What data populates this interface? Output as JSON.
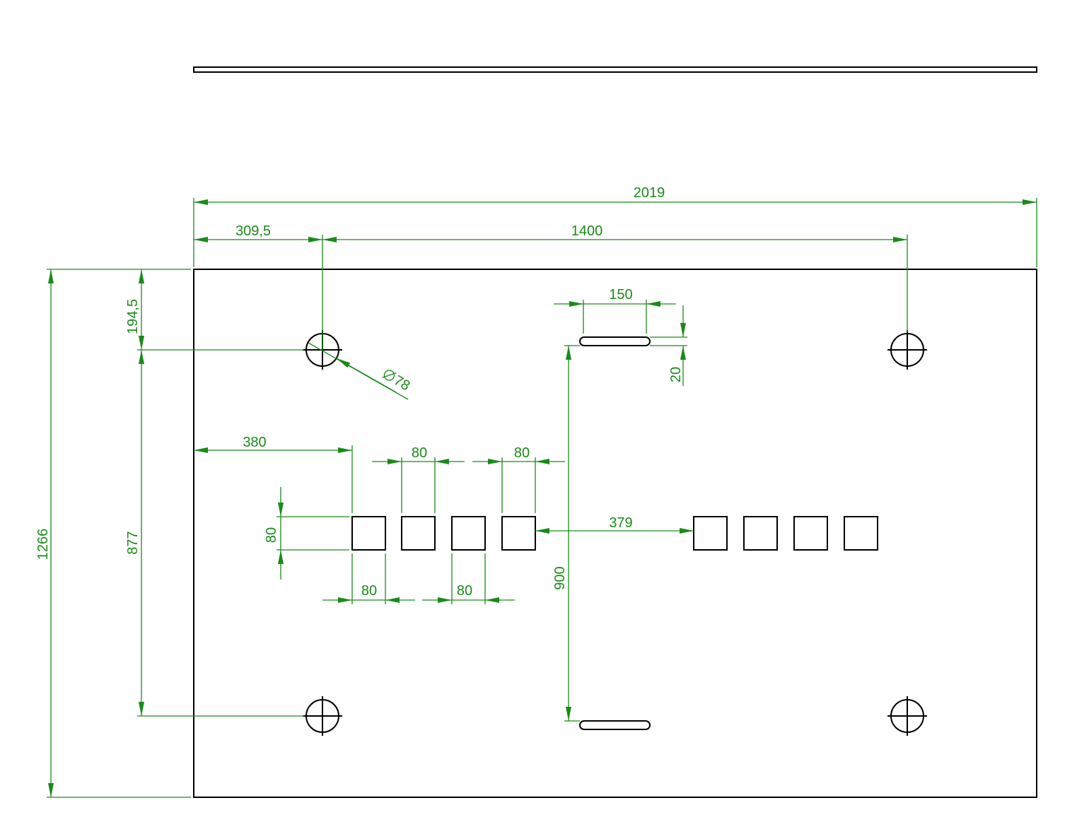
{
  "colors": {
    "geometry": "#000000",
    "dimension": "#1a8a1a",
    "background": "#ffffff"
  },
  "dimensions": {
    "overall_width": "2019",
    "hole_offset_x": "309,5",
    "hole_spacing_x": "1400",
    "slot_length": "150",
    "slot_width": "20",
    "hole_diameter": "78",
    "square_offset_x": "380",
    "square_gap_top_1": "80",
    "square_gap_top_2": "80",
    "square_height": "80",
    "square_gap_between_groups": "379",
    "square_width_bottom_1": "80",
    "square_width_bottom_2": "80",
    "slot_spacing_y": "900",
    "overall_height": "1266",
    "hole_offset_y": "194,5",
    "hole_spacing_y": "877"
  },
  "icons": {
    "diameter_symbol": "diameter-symbol-icon"
  }
}
